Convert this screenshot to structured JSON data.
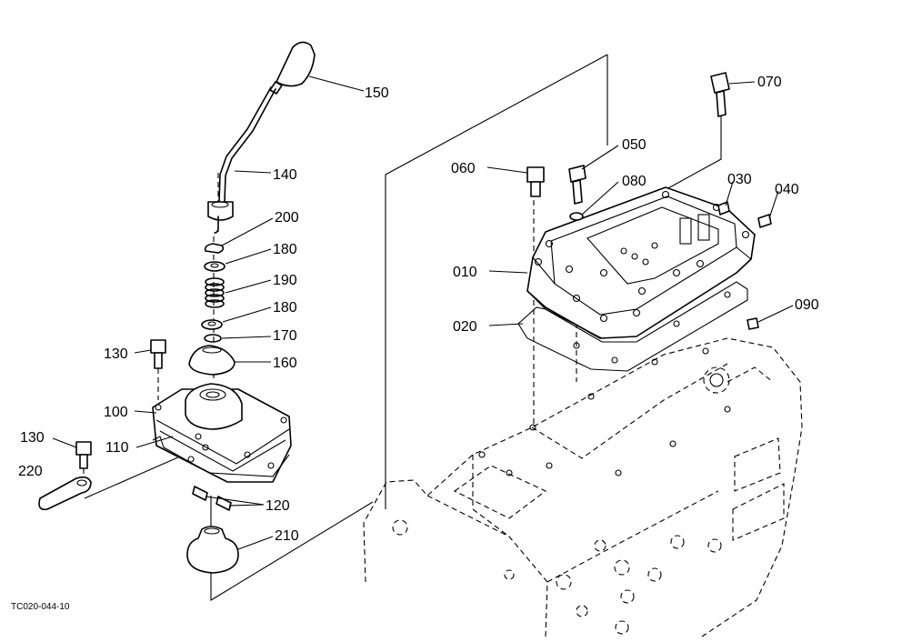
{
  "diagram": {
    "drawing_code": "TC020-044-10",
    "callouts": [
      {
        "id": "150",
        "text": "150"
      },
      {
        "id": "140",
        "text": "140"
      },
      {
        "id": "200",
        "text": "200"
      },
      {
        "id": "180a",
        "text": "180"
      },
      {
        "id": "190",
        "text": "190"
      },
      {
        "id": "180b",
        "text": "180"
      },
      {
        "id": "170",
        "text": "170"
      },
      {
        "id": "160",
        "text": "160"
      },
      {
        "id": "130a",
        "text": "130"
      },
      {
        "id": "100",
        "text": "100"
      },
      {
        "id": "110",
        "text": "110"
      },
      {
        "id": "130b",
        "text": "130"
      },
      {
        "id": "220",
        "text": "220"
      },
      {
        "id": "120",
        "text": "120"
      },
      {
        "id": "210",
        "text": "210"
      },
      {
        "id": "070",
        "text": "070"
      },
      {
        "id": "050",
        "text": "050"
      },
      {
        "id": "060",
        "text": "060"
      },
      {
        "id": "080",
        "text": "080"
      },
      {
        "id": "030",
        "text": "030"
      },
      {
        "id": "040",
        "text": "040"
      },
      {
        "id": "010",
        "text": "010"
      },
      {
        "id": "020",
        "text": "020"
      },
      {
        "id": "090",
        "text": "090"
      }
    ]
  }
}
